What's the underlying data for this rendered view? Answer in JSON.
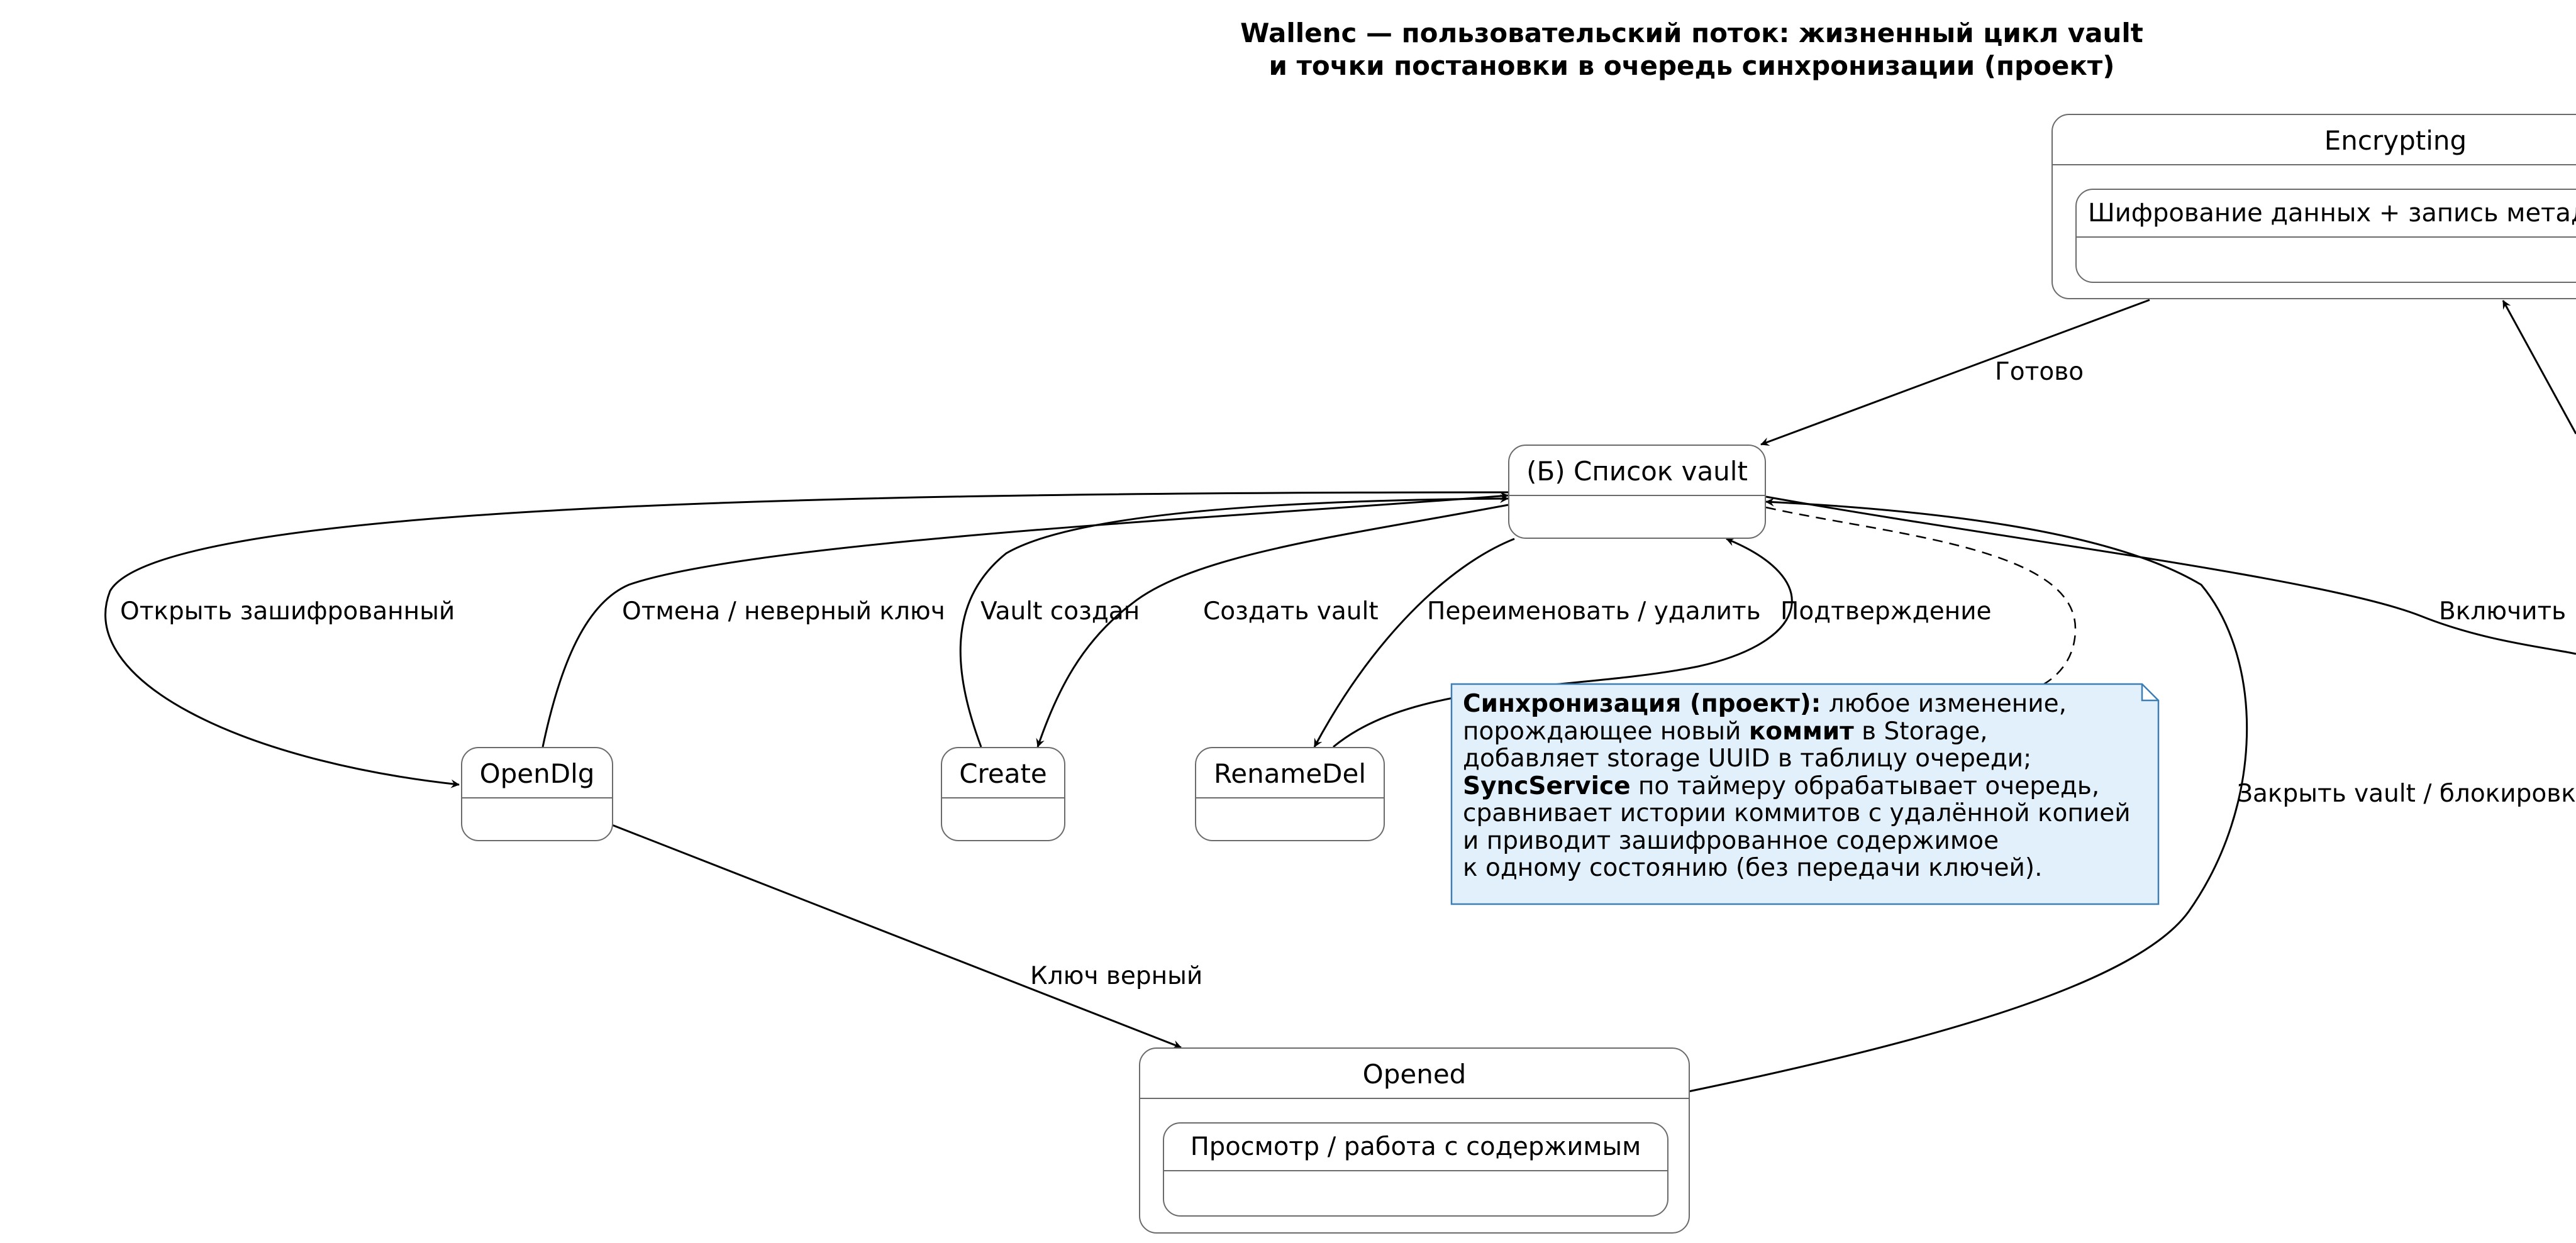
{
  "diagram": {
    "title_line1": "Wallenc — пользовательский поток: жизненный цикл vault",
    "title_line2": "и точки постановки в очередь синхронизации (проект)",
    "states": {
      "encrypting": {
        "name": "Encrypting",
        "substate": "Шифрование данных + запись метаданных"
      },
      "vault_list": {
        "name": "(Б) Список vault"
      },
      "open_dlg": {
        "name": "OpenDlg"
      },
      "create": {
        "name": "Create"
      },
      "rename_del": {
        "name": "RenameDel"
      },
      "opened": {
        "name": "Opened",
        "substate": "Просмотр / работа с содержимым"
      }
    },
    "transitions": {
      "done": "Готово",
      "open_encrypted": "Открыть зашифрованный",
      "cancel_wrong_key": "Отмена / неверный ключ",
      "vault_created": "Vault создан",
      "create_vault": "Создать vault",
      "rename_delete": "Переименовать / удалить",
      "confirmation": "Подтверждение",
      "enable": "Включить",
      "close_lock": "Закрыть vault / блокировка",
      "key_correct": "Ключ верный"
    },
    "note": {
      "bold1": "Синхронизация (проект):",
      "text1": " любое изменение,",
      "text2": "порождающее новый ",
      "bold2": "коммит",
      "text3": " в Storage,",
      "line3": "добавляет storage UUID в таблицу очереди;",
      "bold3": "SyncService",
      "text4": " по таймеру обрабатывает очередь,",
      "line5": "сравнивает истории коммитов с удалённой копией",
      "line6": "и приводит зашифрованное содержимое",
      "line7": "к одному состоянию (без передачи ключей).",
      "fill": "#e1f0fb",
      "border": "#3d7eb5"
    }
  }
}
